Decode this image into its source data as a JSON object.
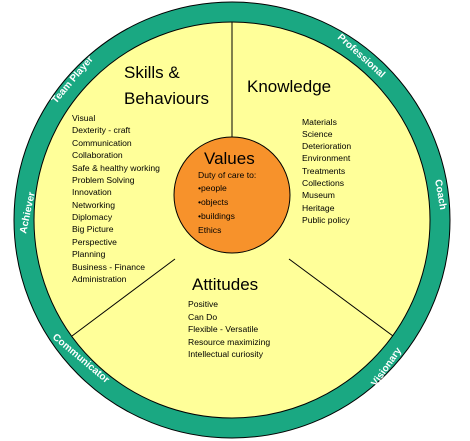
{
  "colors": {
    "ring": "#1aa882",
    "disc": "#ffff99",
    "center": "#f7922b",
    "stroke": "#000000",
    "ring_text": "#ffffff"
  },
  "skills": {
    "title_line1": "Skills &",
    "title_line2": "Behaviours",
    "items": [
      "Visual",
      "Dexterity - craft",
      "Communication",
      "Collaboration",
      "Safe & healthy working",
      "Problem Solving",
      "Innovation",
      "Networking",
      "Diplomacy",
      "Big Picture",
      "Perspective",
      "Planning",
      "Business - Finance",
      "Administration"
    ]
  },
  "knowledge": {
    "title": "Knowledge",
    "items": [
      "Materials",
      "Science",
      "Deterioration",
      "Environment",
      "Treatments",
      "Collections",
      "Museum",
      "Heritage",
      "Public policy"
    ]
  },
  "attitudes": {
    "title": "Attitudes",
    "items": [
      "Positive",
      "Can Do",
      "Flexible - Versatile",
      "Resource maximizing",
      "Intellectual curiosity"
    ]
  },
  "values": {
    "title": "Values",
    "items": [
      "Duty of care to:",
      "•people",
      "•objects",
      "•buildings",
      "Ethics"
    ]
  },
  "roles": {
    "team_player": "Team Player",
    "professional": "Professional",
    "achiever": "Achiever",
    "coach": "Coach",
    "communicator": "Communicator",
    "visionary": "Visionary"
  }
}
